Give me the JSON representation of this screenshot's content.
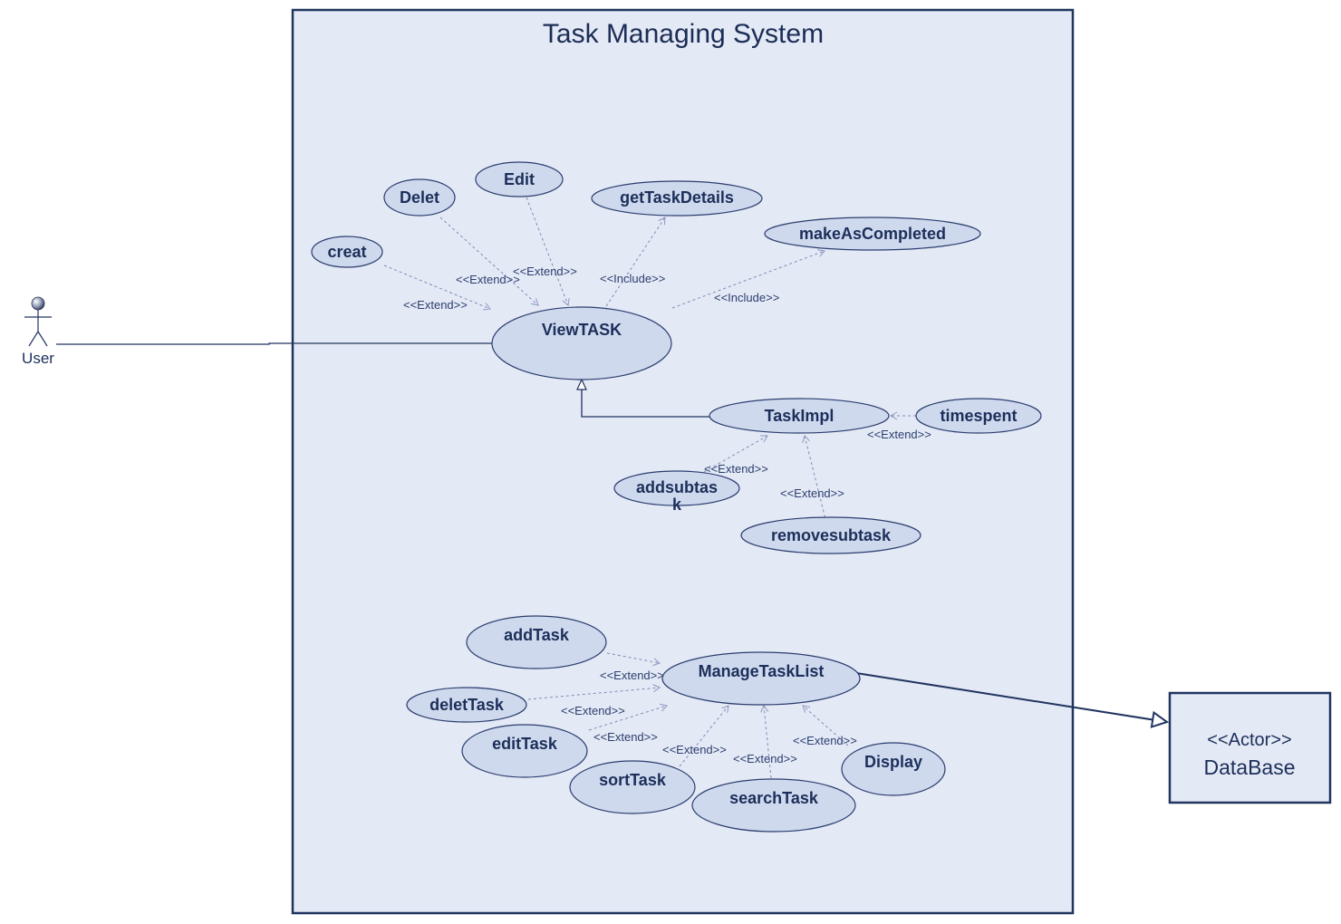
{
  "diagram": {
    "title": "Task Managing System",
    "actors": {
      "user": "User",
      "database_stereotype": "<<Actor>>",
      "database_name": "DataBase"
    },
    "use_cases": {
      "creat": "creat",
      "delet": "Delet",
      "edit": "Edit",
      "getTaskDetails": "getTaskDetails",
      "makeAsCompleted": "makeAsCompleted",
      "viewTask": "ViewTASK",
      "taskImpl": "TaskImpl",
      "timespent": "timespent",
      "addsubtask_line1": "addsubtas",
      "addsubtask_line2": "k",
      "removesubtask": "removesubtask",
      "addTask": "addTask",
      "manageTaskList": "ManageTaskList",
      "deletTask": "deletTask",
      "editTask": "editTask",
      "sortTask": "sortTask",
      "searchTask": "searchTask",
      "display": "Display"
    },
    "stereotypes": {
      "extend": "<<Extend>>",
      "include": "<<Include>>"
    }
  },
  "colors": {
    "system_fill": "#e4e9f6",
    "system_stroke": "#20345f",
    "use_case_fill": "#cfd9ee",
    "text": "#1c2f5a"
  }
}
